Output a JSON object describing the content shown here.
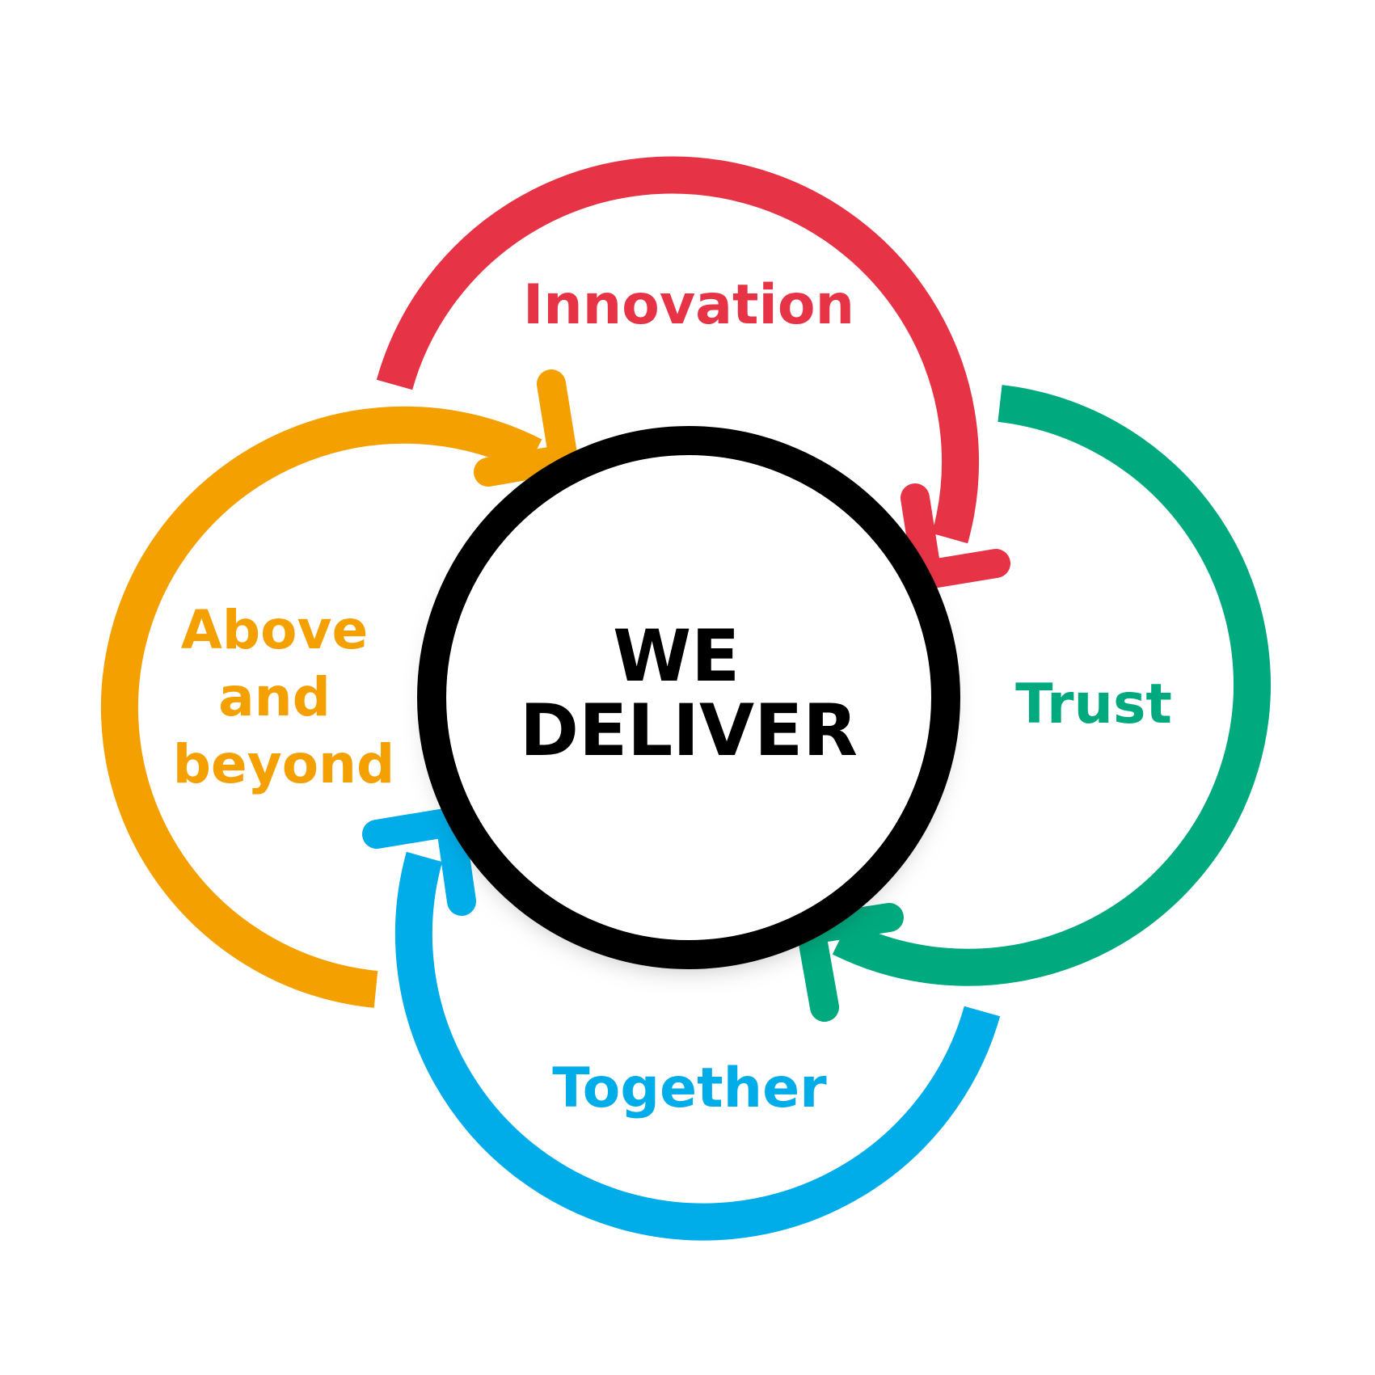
{
  "center": {
    "line1": "WE",
    "line2": "DELIVER",
    "color": "#000000"
  },
  "values": [
    {
      "id": "innovation",
      "lines": [
        "Innovation"
      ],
      "color": "#E63446"
    },
    {
      "id": "trust",
      "lines": [
        "Trust"
      ],
      "color": "#00A97E"
    },
    {
      "id": "together",
      "lines": [
        "Together"
      ],
      "color": "#00ADE8"
    },
    {
      "id": "above",
      "lines": [
        "Above",
        "and",
        "beyond"
      ],
      "color": "#F4A000"
    }
  ]
}
